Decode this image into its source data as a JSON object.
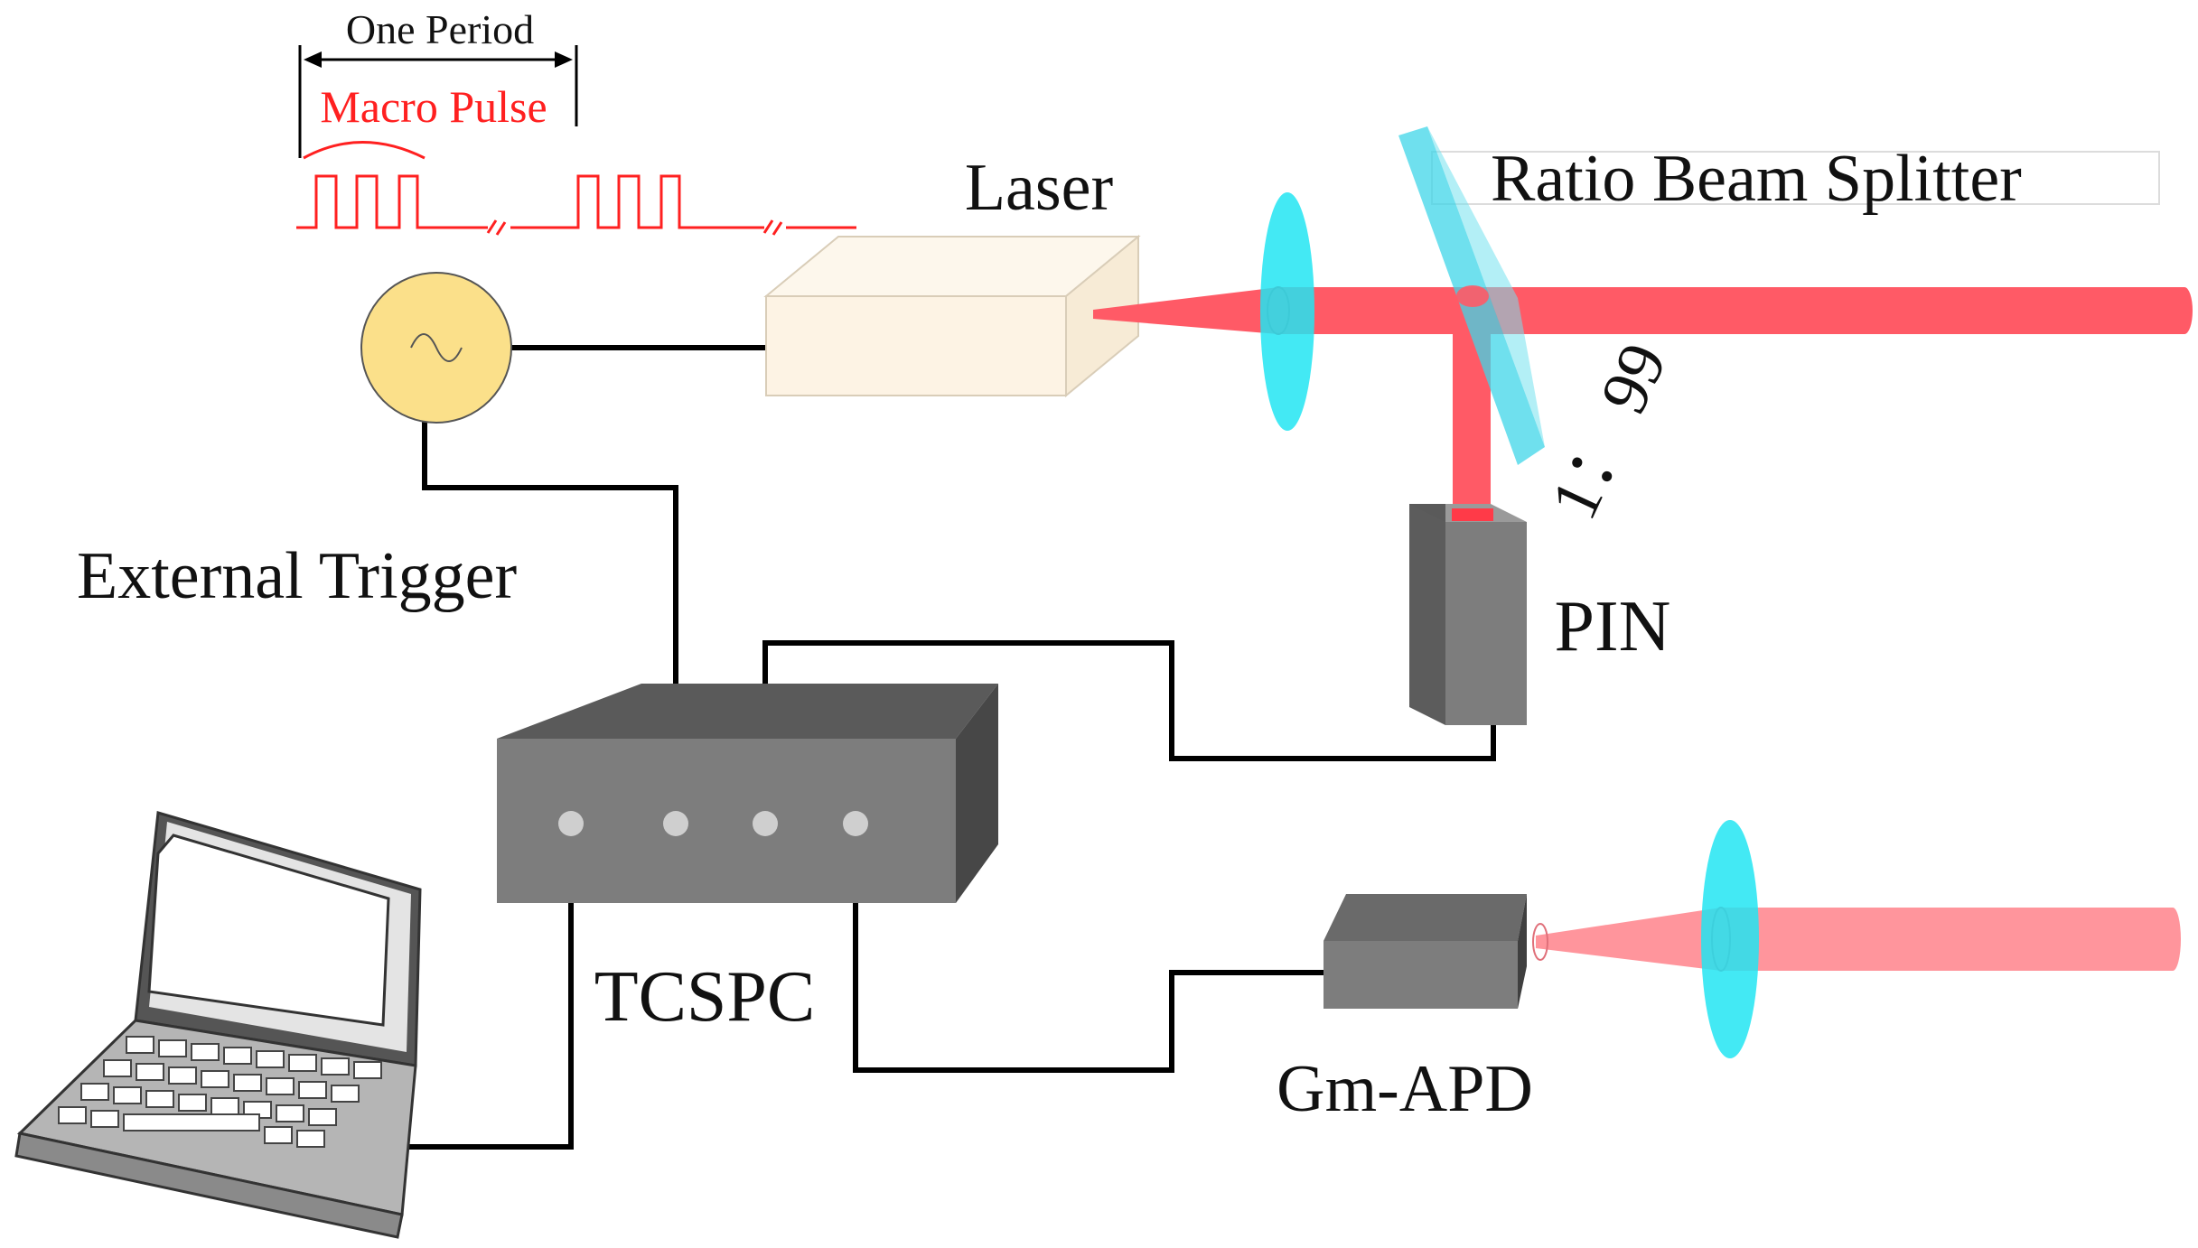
{
  "labels": {
    "one_period": "One Period",
    "macro_pulse": "Macro Pulse",
    "laser": "Laser",
    "splitter": "Ratio Beam Splitter",
    "ratio": "1： 99",
    "pin": "PIN",
    "external_trigger": "External Trigger",
    "tcspc": "TCSPC",
    "gm_apd": "Gm-APD"
  },
  "colors": {
    "pulse": "#ff2020",
    "beam": "#ff5a66",
    "beam_faint": "#ff959c",
    "lens": "#22e5f2",
    "splitter": "#3fd6e8",
    "generator": "#fbe08a",
    "laser_box": "#fdf3e4",
    "device": "#7d7d7d",
    "device_top": "#5a5a5a",
    "device_side": "#484848",
    "port": "#cfcfcf",
    "wire": "#000000"
  },
  "icons": [
    "signal-generator-icon",
    "laptop-icon"
  ]
}
